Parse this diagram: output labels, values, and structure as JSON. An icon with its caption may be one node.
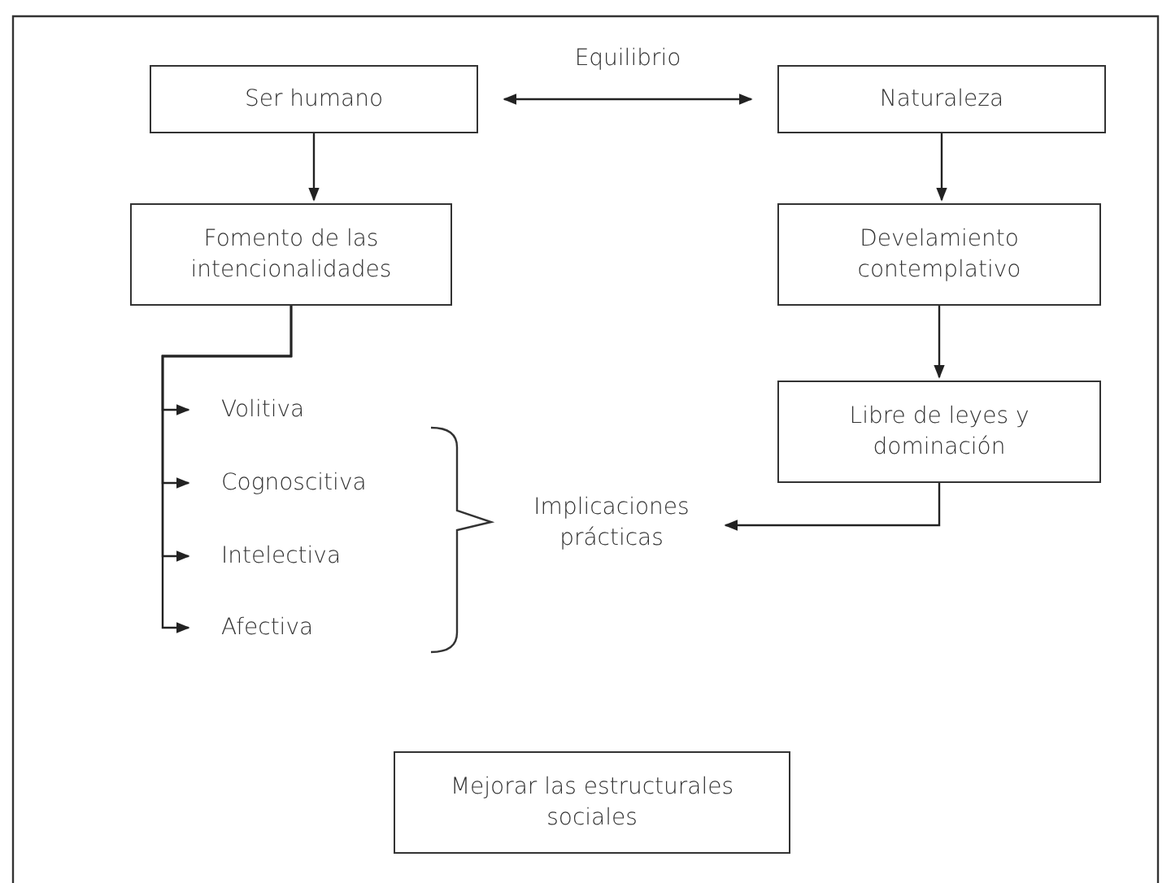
{
  "diagram": {
    "nodes": [
      {
        "text": [
          "Ser humano"
        ]
      },
      {
        "text": [
          "Naturaleza"
        ]
      },
      {
        "text": [
          "Fomento de las intencionalidades"
        ]
      },
      {
        "text": [
          "Develamiento contemplativo"
        ]
      },
      {
        "text": [
          "Libre de leyes y dominación"
        ]
      },
      {
        "text": [
          "Volitiva"
        ]
      },
      {
        "text": [
          "Cognoscitiva"
        ]
      },
      {
        "text": [
          "Intelectiva"
        ]
      },
      {
        "text": [
          "Afectiva"
        ]
      },
      {
        "text": [
          "Implicaciones prácticas"
        ]
      },
      {
        "text": [
          "Mejorar las estructurales sociales"
        ]
      }
    ],
    "edges": [
      {
        "from": 0,
        "to": 1,
        "arrow": "both",
        "label": "Equilibrio"
      },
      {
        "from": 0,
        "to": 2,
        "arrow": "to"
      },
      {
        "from": 1,
        "to": 3,
        "arrow": "to"
      },
      {
        "from": 3,
        "to": 4,
        "arrow": "to"
      },
      {
        "from": 4,
        "to": 9,
        "arrow": "to"
      },
      {
        "from": 2,
        "to": 5,
        "arrow": "to"
      },
      {
        "from": 2,
        "to": 6,
        "arrow": "to"
      },
      {
        "from": 2,
        "to": 7,
        "arrow": "to"
      },
      {
        "from": 2,
        "to": 8,
        "arrow": "to"
      }
    ]
  }
}
